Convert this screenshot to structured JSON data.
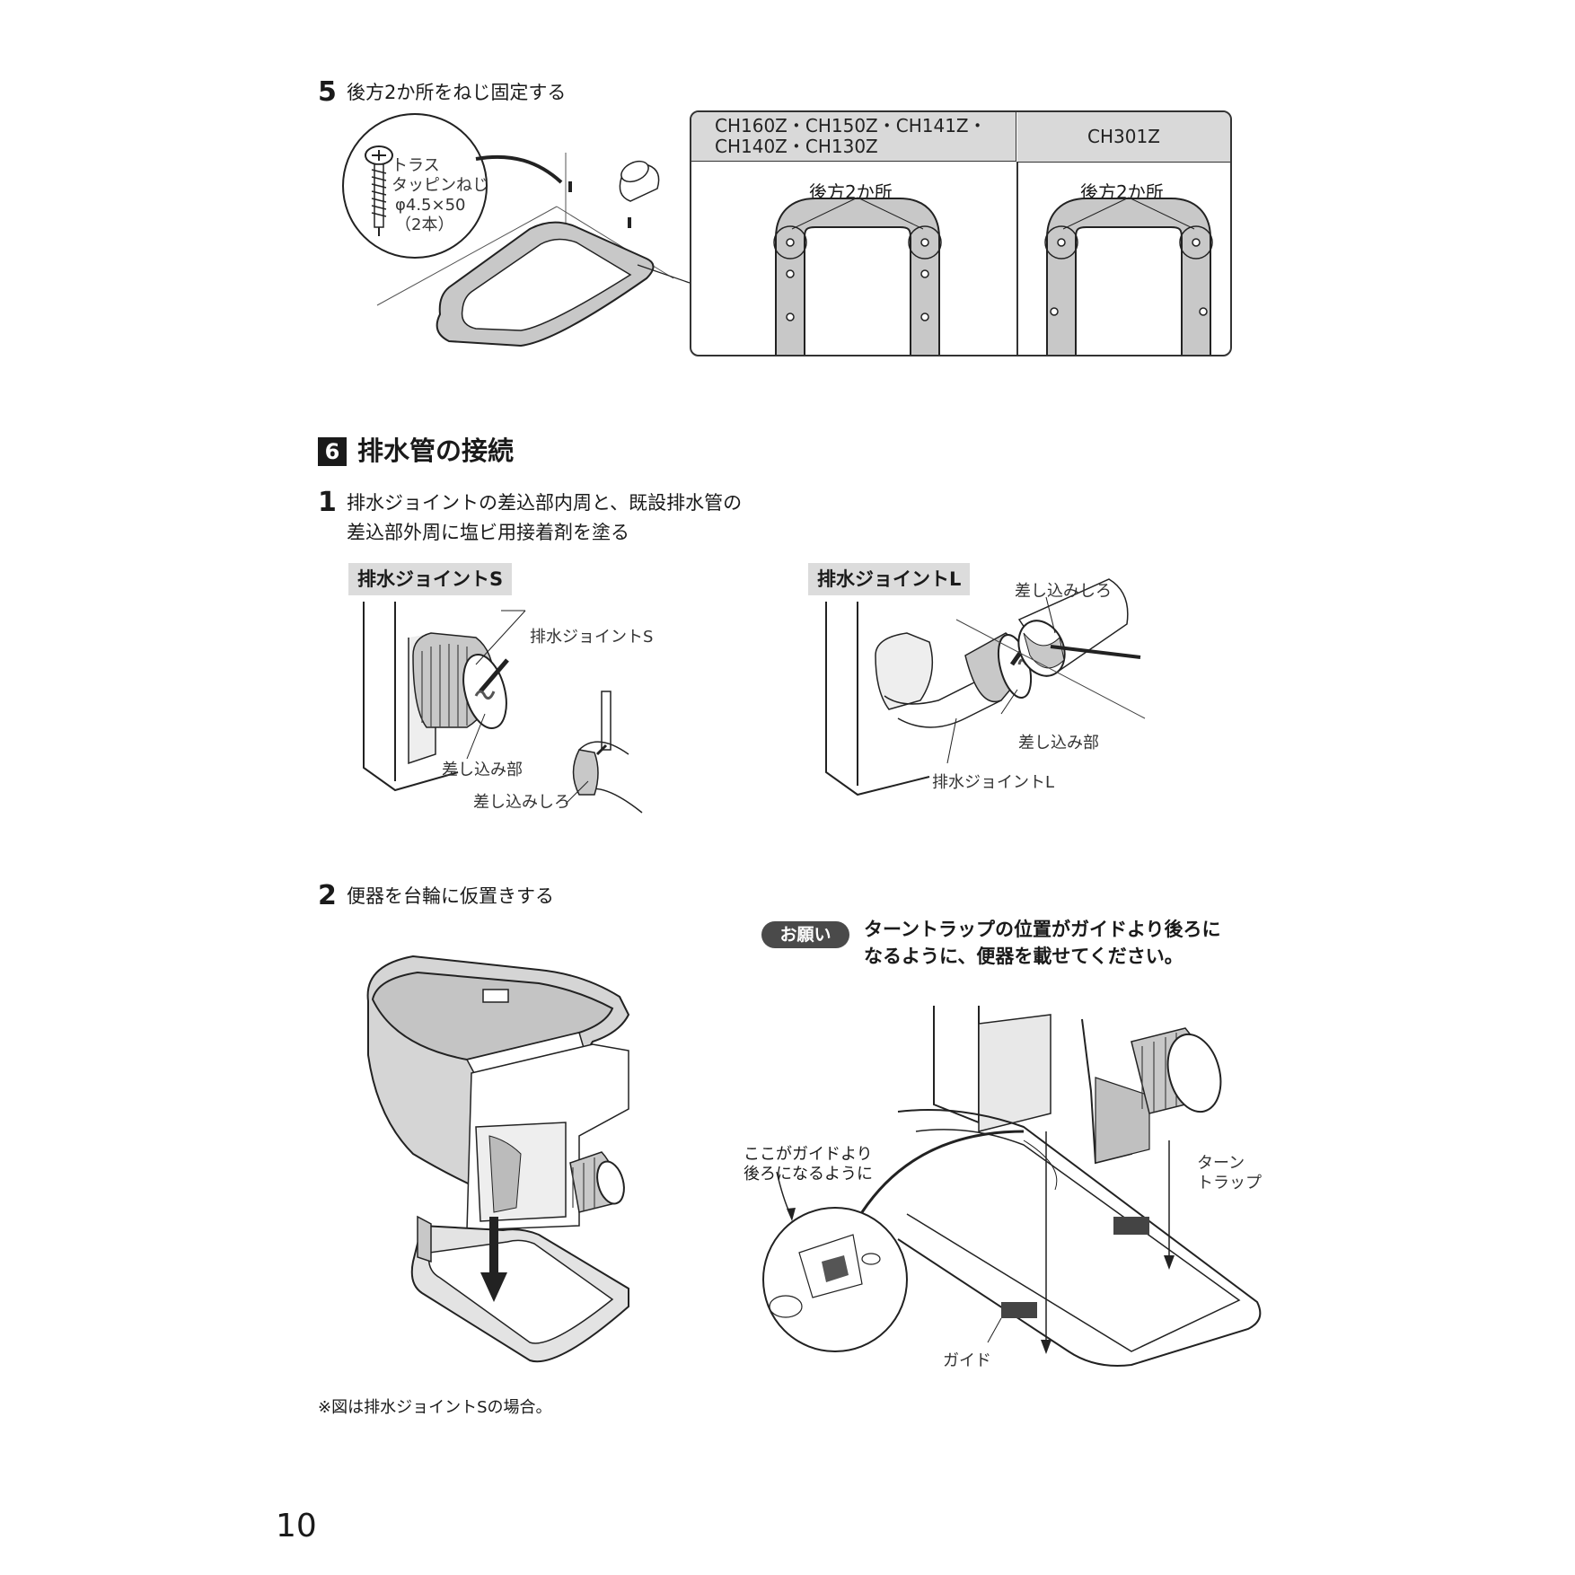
{
  "step5": {
    "number": "5",
    "text": "後方2か所をねじ固定する",
    "screw_label": [
      "トラス",
      "タッピンねじ",
      "φ4.5×50",
      "（2本）"
    ],
    "table": {
      "col1_header_line1": "CH160Z・CH150Z・CH141Z・",
      "col1_header_line2": "CH140Z・CH130Z",
      "col2_header": "CH301Z",
      "col1_label": "後方2か所",
      "col2_label": "後方2か所"
    }
  },
  "section6": {
    "badge": "6",
    "title": "排水管の接続",
    "step1": {
      "number": "1",
      "line1": "排水ジョイントの差込部内周と、既設排水管の",
      "line2": "差込部外周に塩ビ用接着剤を塗る",
      "fig_s": {
        "heading": "排水ジョイントS",
        "label_joint": "排水ジョイントS",
        "label_insert": "差し込み部",
        "label_margin": "差し込みしろ"
      },
      "fig_l": {
        "heading": "排水ジョイントL",
        "label_margin": "差し込みしろ",
        "label_insert": "差し込み部",
        "label_joint": "排水ジョイントL"
      }
    },
    "step2": {
      "number": "2",
      "text": "便器を台輪に仮置きする",
      "onegai_badge": "お願い",
      "onegai_line1": "ターントラップの位置がガイドより後ろに",
      "onegai_line2": "なるように、便器を載せてください。",
      "callout_line1": "ここがガイドより",
      "callout_line2": "後ろになるように",
      "label_turntrap_line1": "ターン",
      "label_turntrap_line2": "トラップ",
      "label_guide": "ガイド",
      "note": "※図は排水ジョイントSの場合。"
    }
  },
  "page_number": "10"
}
